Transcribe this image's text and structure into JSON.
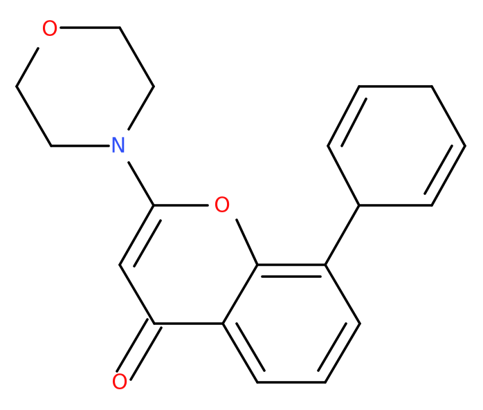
{
  "molecule": {
    "colors": {
      "bond": "#000000",
      "oxygen": "#ff0d0d",
      "nitrogen": "#3050f8",
      "background": "#ffffff"
    },
    "atoms": [
      {
        "id": "o_morph",
        "label": "O",
        "element": "oxygen"
      },
      {
        "id": "n_morph",
        "label": "N",
        "element": "nitrogen"
      },
      {
        "id": "o_ring",
        "label": "O",
        "element": "oxygen"
      },
      {
        "id": "o_carbonyl",
        "label": "O",
        "element": "oxygen"
      }
    ]
  }
}
